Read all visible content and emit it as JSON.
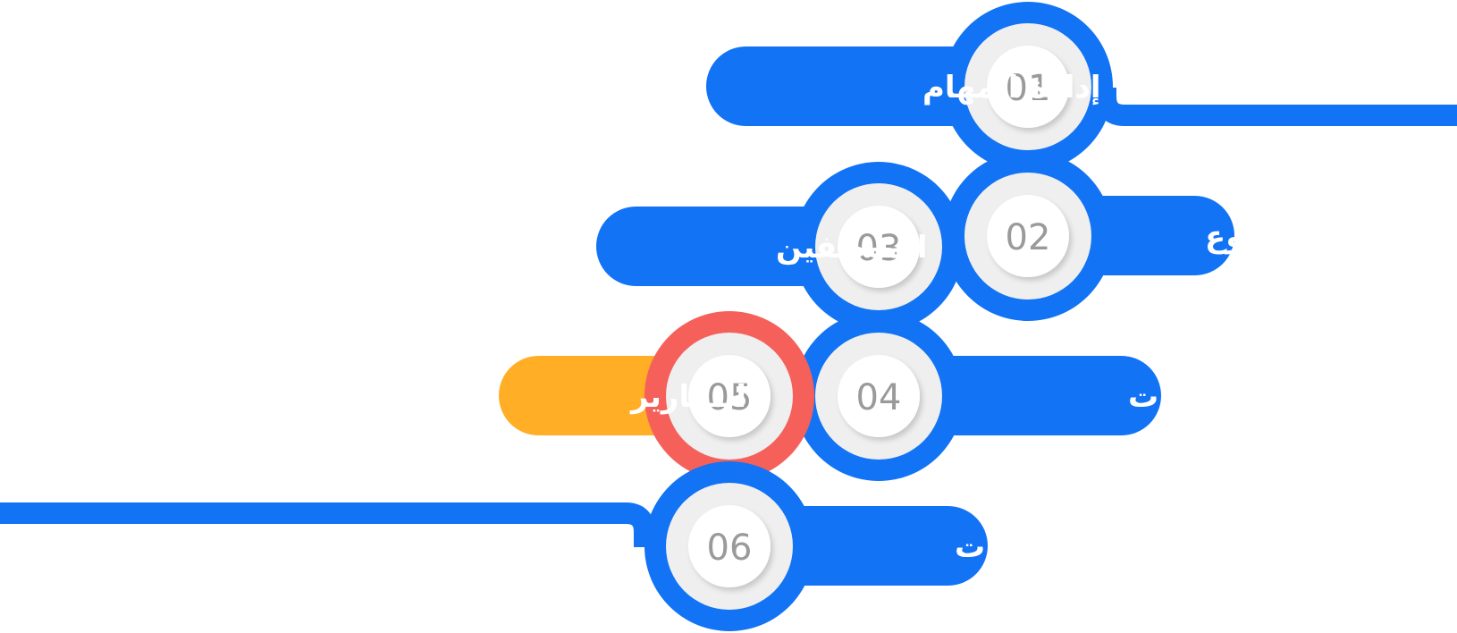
{
  "colors": {
    "primary": "#1273f5",
    "active_pill": "#ffae26",
    "active_ring": "#f6605a",
    "disc": "#efefef",
    "number_text": "#9a9a9a",
    "label_text": "#ffffff"
  },
  "steps": [
    {
      "number": "01",
      "label": "إدارة المهام",
      "active": false
    },
    {
      "number": "02",
      "label": "الفروع",
      "active": false
    },
    {
      "number": "03",
      "label": "الموظفين",
      "active": false
    },
    {
      "number": "04",
      "label": "المستندات",
      "active": false
    },
    {
      "number": "05",
      "label": "التقارير",
      "active": true
    },
    {
      "number": "06",
      "label": "الإعدادات",
      "active": false
    }
  ]
}
